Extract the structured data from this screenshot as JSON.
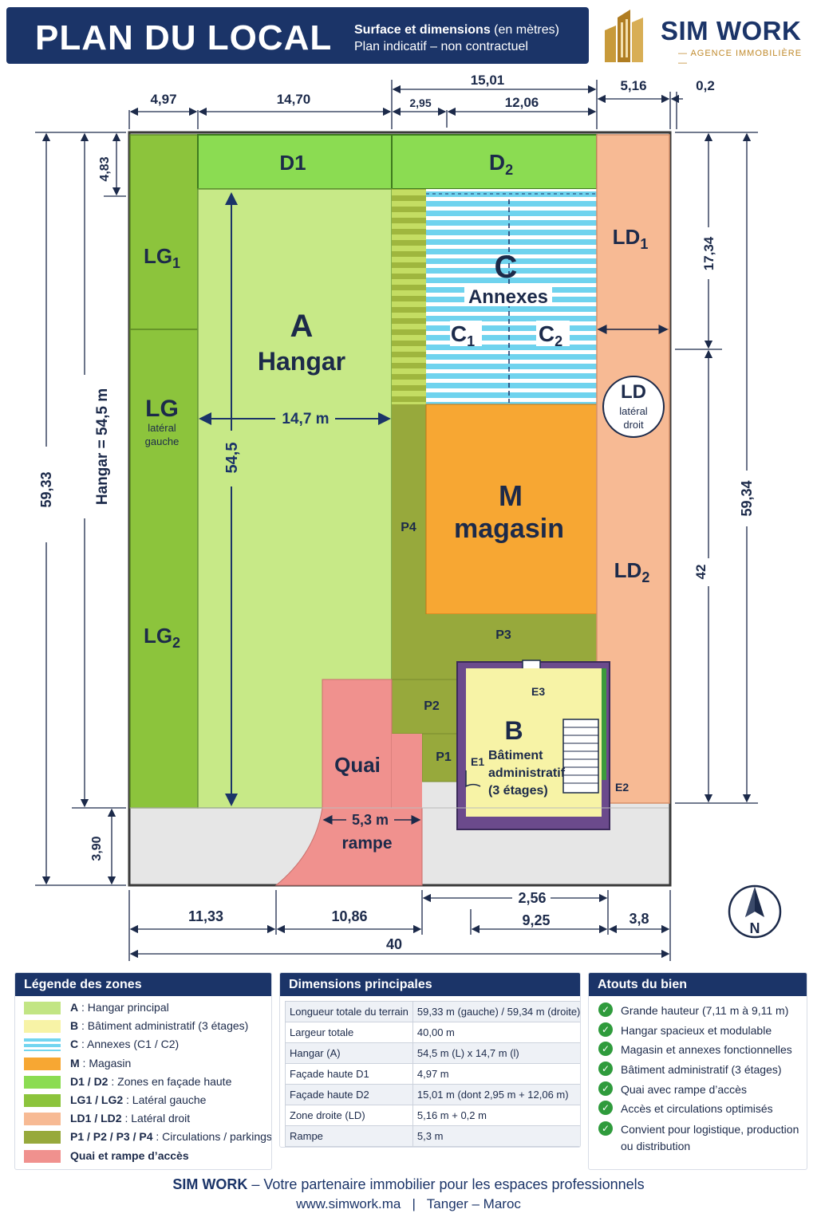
{
  "header": {
    "title": "PLAN DU LOCAL",
    "subtitle_bold": "Surface et dimensions",
    "subtitle_rest": " (en mètres)",
    "subtitle2": "Plan indicatif – non contractuel"
  },
  "logo": {
    "name": "SIM WORK",
    "tagline": "AGENCE IMMOBILIÈRE",
    "icon": "buildings-logo-icon"
  },
  "zones": {
    "a_letter": "A",
    "a_name": "Hangar",
    "c_letter": "C",
    "c_name": "Annexes",
    "c1": "C",
    "c1_sub": "1",
    "c2": "C",
    "c2_sub": "2",
    "m_letter": "M",
    "m_name": "magasin",
    "b_letter": "B",
    "b_line1": "Bâtiment",
    "b_line2": "administratif",
    "b_line3": "(3 étages)",
    "d1": "D1",
    "d2": "D",
    "d2_sub": "2",
    "lg": "LG",
    "lg_line1": "latéral",
    "lg_line2": "gauche",
    "lg1": "LG",
    "lg1_sub": "1",
    "lg2": "LG",
    "lg2_sub": "2",
    "ld": "LD",
    "ld_line1": "latéral",
    "ld_line2": "droit",
    "ld1": "LD",
    "ld1_sub": "1",
    "ld2": "LD",
    "ld2_sub": "2",
    "p1": "P1",
    "p2": "P2",
    "p3": "P3",
    "p4": "P4",
    "quai": "Quai",
    "rampe": "rampe",
    "e1": "E1",
    "e2": "E2",
    "e3": "E3"
  },
  "dimensions_labels": {
    "top_497": "4,97",
    "top_1470": "14,70",
    "top_1501": "15,01",
    "top_295": "2,95",
    "top_1206": "12,06",
    "top_516": "5,16",
    "top_02": "0,2",
    "left_483": "4,83",
    "left_5933": "59,33",
    "left_hangar": "Hangar = 54,5 m",
    "left_390": "3,90",
    "right_1734": "17,34",
    "right_5934": "59,34",
    "right_42": "42",
    "hangar_width": "14,7 m",
    "hangar_height": "54,5",
    "rampe_width": "5,3 m",
    "bot_1133": "11,33",
    "bot_1086": "10,86",
    "bot_256": "2,56",
    "bot_925": "9,25",
    "bot_38": "3,8",
    "bot_40": "40"
  },
  "compass": {
    "label": "N",
    "icon": "north-arrow-icon"
  },
  "legend": {
    "title": "Légende des zones",
    "items": [
      {
        "key": "A",
        "text": " : Hangar principal",
        "color": "#c2e584"
      },
      {
        "key": "B",
        "text": " : Bâtiment administratif (3 étages)",
        "color": "#f7f3a6"
      },
      {
        "key": "C",
        "text": " : Annexes (C1 / C2)",
        "color": "#72d5f0"
      },
      {
        "key": "M",
        "text": " : Magasin",
        "color": "#f7a733"
      },
      {
        "key": "D1 / D2",
        "text": " : Zones en façade haute",
        "color": "#8bdc52"
      },
      {
        "key": "LG1 / LG2",
        "text": " : Latéral gauche",
        "color": "#8cc43c"
      },
      {
        "key": "LD1 / LD2",
        "text": " : Latéral droit",
        "color": "#f7ba94"
      },
      {
        "key": "P1 / P2 / P3 / P4",
        "text": " : Circulations / parkings",
        "color": "#97a93c"
      },
      {
        "key": "Quai et rampe d’accès",
        "text": "",
        "color": "#f0918e"
      }
    ]
  },
  "dimensions_table": {
    "title": "Dimensions principales",
    "rows": [
      [
        "Longueur totale du terrain",
        "59,33 m (gauche) / 59,34 m (droite)"
      ],
      [
        "Largeur totale",
        "40,00 m"
      ],
      [
        "Hangar (A)",
        "54,5 m (L) x 14,7 m (l)"
      ],
      [
        "Façade haute D1",
        "4,97 m"
      ],
      [
        "Façade haute D2",
        "15,01 m (dont 2,95 m + 12,06 m)"
      ],
      [
        "Zone droite (LD)",
        "5,16 m + 0,2 m"
      ],
      [
        "Rampe",
        "5,3 m"
      ]
    ]
  },
  "atouts": {
    "title": "Atouts du bien",
    "items": [
      "Grande hauteur (7,11 m à 9,11 m)",
      "Hangar spacieux et modulable",
      "Magasin et annexes fonctionnelles",
      "Bâtiment administratif (3 étages)",
      "Quai avec rampe d’accès",
      "Accès et circulations optimisés",
      "Convient pour logistique, production ou distribution"
    ]
  },
  "footer": {
    "brand": "SIM WORK",
    "tagline": " – Votre partenaire immobilier pour les espaces professionnels",
    "contact": "www.simwork.ma   |   Tanger – Maroc"
  }
}
